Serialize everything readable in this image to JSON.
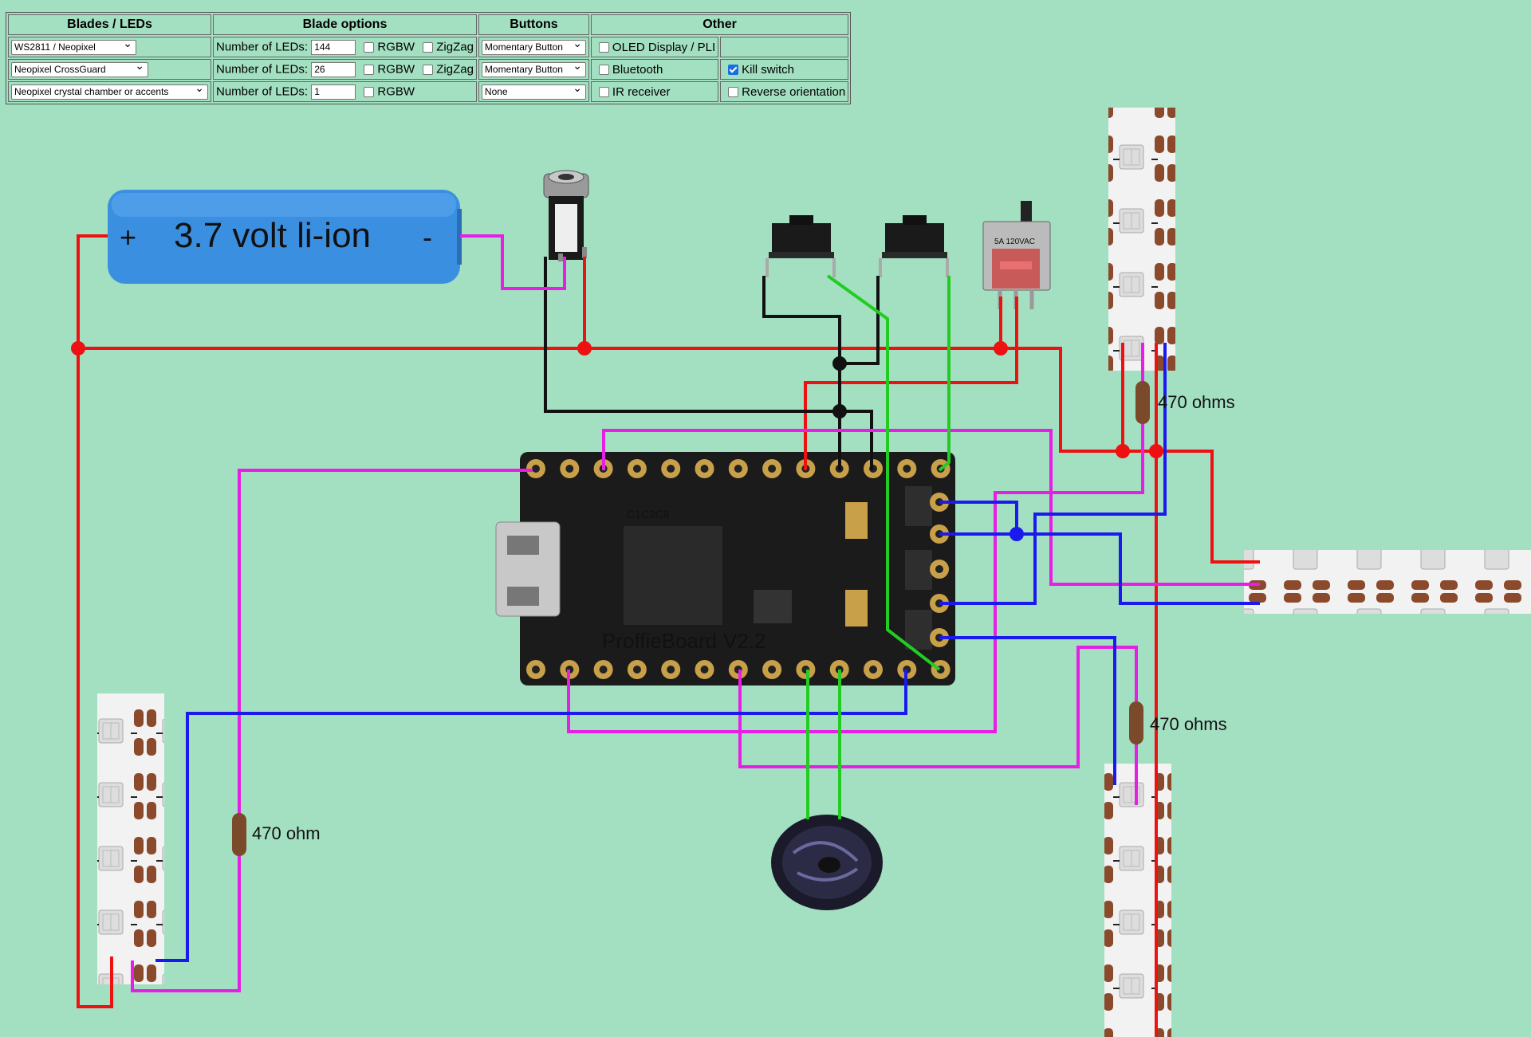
{
  "table": {
    "headers": [
      "Blades / LEDs",
      "Blade options",
      "Buttons",
      "Other"
    ],
    "num_leds_label": "Number of LEDs:",
    "rgbw_label": "RGBW",
    "zigzag_label": "ZigZag",
    "rows": [
      {
        "blade_type": "WS2811 / Neopixel",
        "num_leds": "144",
        "rgbw": false,
        "zigzag": false,
        "button": "Momentary Button",
        "other1_label": "OLED Display / PLI",
        "other1_checked": false,
        "other2_label": "",
        "other2_checked": false
      },
      {
        "blade_type": "Neopixel CrossGuard",
        "num_leds": "26",
        "rgbw": false,
        "zigzag": false,
        "button": "Momentary Button",
        "other1_label": "Bluetooth",
        "other1_checked": false,
        "other2_label": "Kill switch",
        "other2_checked": true
      },
      {
        "blade_type": "Neopixel crystal chamber or accents",
        "num_leds": "1",
        "rgbw": false,
        "button": "None",
        "other1_label": "IR receiver",
        "other1_checked": false,
        "other2_label": "Reverse orientation",
        "other2_checked": false
      }
    ]
  },
  "diagram": {
    "battery": {
      "plus": "+",
      "label": "3.7 volt li-ion",
      "minus": "-"
    },
    "board_label": "ProffieBoard",
    "board_version": "V2.2",
    "board_chip_text": "C1C2C8",
    "resistors": [
      "470 ohms",
      "470 ohms",
      "470 ohm"
    ],
    "switch_text": "5A 120VAC"
  },
  "colors": {
    "background": "#a3dfc1",
    "wire_red": "#ee1111",
    "wire_black": "#111111",
    "wire_blue": "#1a1aee",
    "wire_magenta": "#e61ee6",
    "wire_green": "#22cc22",
    "battery": "#3a8fe0",
    "board": "#1b1b1b",
    "pad": "#c9a04a"
  }
}
